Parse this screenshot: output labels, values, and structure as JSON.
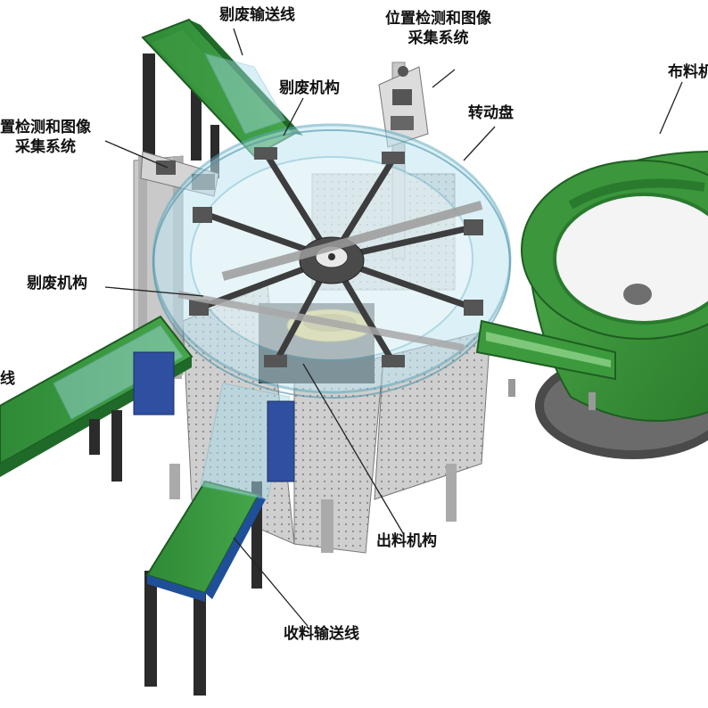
{
  "labels": {
    "reject_conveyor_top": "剔废输送线",
    "position_detection_top_line1": "位置检测和图像",
    "position_detection_top_line2": "采集系统",
    "reject_mechanism_top": "剔废机构",
    "turntable": "转动盘",
    "feeding_mechanism": "布料机",
    "position_detection_left_line1": "置检测和图像",
    "position_detection_left_line2": "采集系统",
    "reject_mechanism_left": "剔废机构",
    "conveyor_left_partial": "线",
    "discharge_mechanism": "出料机构",
    "collection_conveyor": "收料输送线"
  },
  "colors": {
    "belt_green": "#2f8f3a",
    "bowl_green": "#3c9a3c",
    "glass_ring": "#9fd6e6",
    "frame_gray": "#b8b8b8",
    "dark_frame": "#3a3a3a",
    "leader_line": "#222222"
  }
}
